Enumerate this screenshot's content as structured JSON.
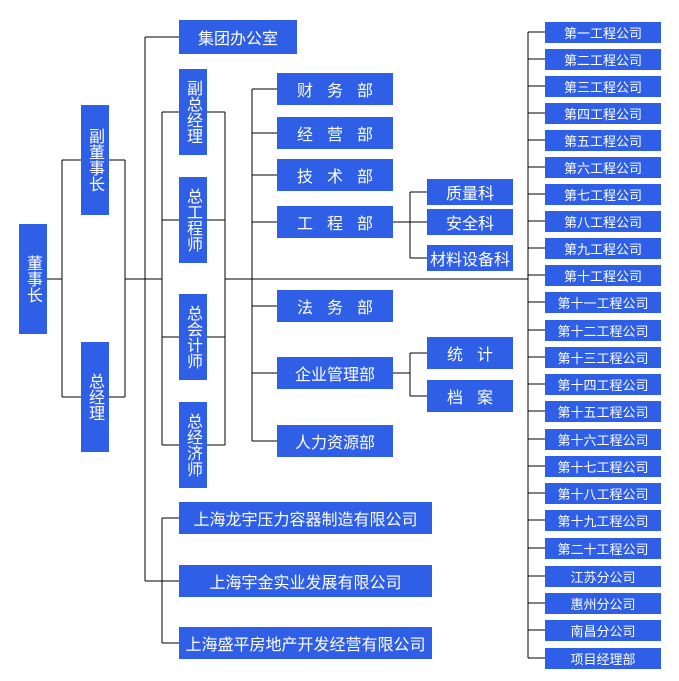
{
  "chairman": "董事长",
  "vice_chairman": "副董事长",
  "general_manager": "总经理",
  "group_office": "集团办公室",
  "executives": [
    "副总经理",
    "总工程师",
    "总会计师",
    "总经济师"
  ],
  "departments": [
    "财务部",
    "经营部",
    "技术部",
    "工程部",
    "法务部",
    "企业管理部",
    "人力资源部"
  ],
  "engineering_sections": [
    "质量科",
    "安全科",
    "材料设备科"
  ],
  "management_sections": [
    "统计",
    "档案"
  ],
  "subsidiaries": [
    "上海龙宇压力容器制造有限公司",
    "上海宇金实业发展有限公司",
    "上海盛平房地产开发经营有限公司"
  ],
  "companies": [
    "第一工程公司",
    "第二工程公司",
    "第三工程公司",
    "第四工程公司",
    "第五工程公司",
    "第六工程公司",
    "第七工程公司",
    "第八工程公司",
    "第九工程公司",
    "第十工程公司",
    "第十一工程公司",
    "第十二工程公司",
    "第十三工程公司",
    "第十四工程公司",
    "第十五工程公司",
    "第十六工程公司",
    "第十七工程公司",
    "第十八工程公司",
    "第十九工程公司",
    "第二十工程公司",
    "江苏分公司",
    "惠州分公司",
    "南昌分公司",
    "项目经理部"
  ],
  "colors": {
    "box": "#2f5fe6",
    "text": "#ffffff",
    "line": "#000000"
  }
}
